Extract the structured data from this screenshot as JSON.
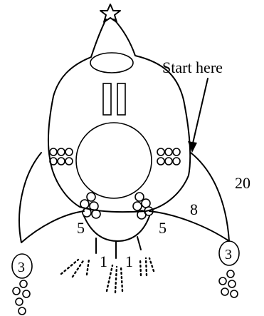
{
  "labels": {
    "start": "Start here",
    "twenty": "20",
    "eight": "8",
    "five_left": "5",
    "five_right": "5",
    "one_left": "1",
    "one_right": "1",
    "three_left": "3",
    "three_right": "3"
  }
}
